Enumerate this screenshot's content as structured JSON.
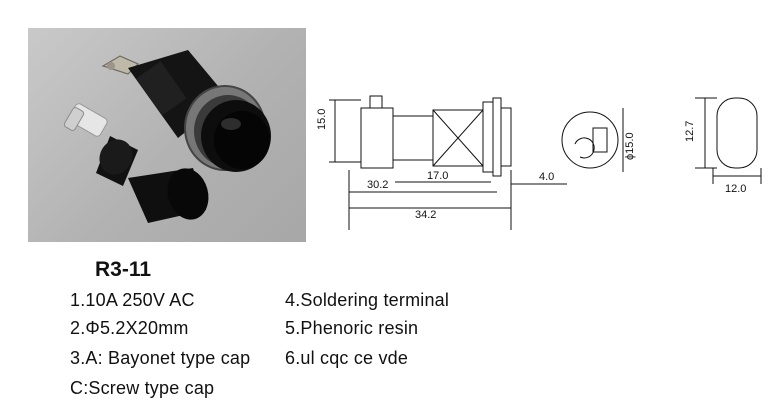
{
  "model": "R3-11",
  "specs_left": [
    "1.10A 250V AC",
    "2.Φ5.2X20mm",
    "3.A: Bayonet type cap",
    "C:Screw type cap"
  ],
  "specs_right": [
    "4.Soldering terminal",
    "5.Phenoric resin",
    "6.ul cqc ce vde"
  ],
  "dimensions": {
    "height_side": "15.0",
    "inner_length": "17.0",
    "body_length": "30.2",
    "overall_length": "34.2",
    "cap_offset": "4.0",
    "diameter": "ϕ15.0",
    "width_end": "12.7",
    "width_bottom": "12.0"
  }
}
